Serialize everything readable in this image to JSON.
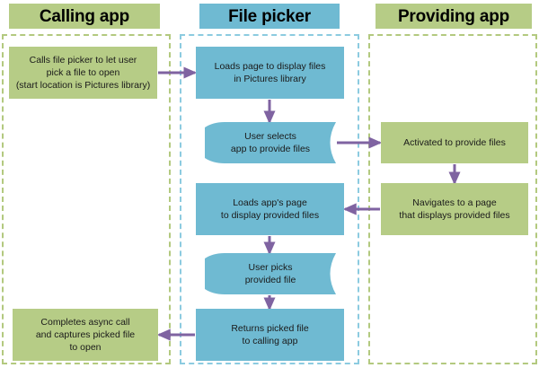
{
  "diagram": {
    "title": "File picker flow between calling app, file picker and providing app",
    "colors": {
      "green_fill": "#b6cc86",
      "blue_fill": "#6fbad2",
      "green_lane_border": "#b3c97f",
      "blue_lane_border": "#8ccbe0",
      "arrow": "#7f63a1",
      "text": "#1a1a1a"
    },
    "columns": [
      {
        "id": "calling",
        "header": "Calling app"
      },
      {
        "id": "picker",
        "header": "File picker"
      },
      {
        "id": "providing",
        "header": "Providing app"
      }
    ],
    "nodes": {
      "calls_file_picker": {
        "lines": [
          "Calls file picker  to let user",
          "pick a file to open",
          "(start location  is Pictures library)"
        ],
        "shape": "rectangle",
        "color": "green",
        "column": "calling"
      },
      "loads_page": {
        "lines": [
          "Loads page to display files",
          "in Pictures library"
        ],
        "shape": "rectangle",
        "color": "blue",
        "column": "picker"
      },
      "user_selects_app": {
        "lines": [
          "User selects",
          "app to provide files"
        ],
        "shape": "curved-flag",
        "color": "blue",
        "column": "picker"
      },
      "activated_to_provide": {
        "lines": [
          "Activated to provide files"
        ],
        "shape": "rectangle",
        "color": "green",
        "column": "providing"
      },
      "navigates_to_page": {
        "lines": [
          "Navigates to a page",
          "that displays provided files"
        ],
        "shape": "rectangle",
        "color": "green",
        "column": "providing"
      },
      "loads_app_page": {
        "lines": [
          "Loads app's page",
          "to display provided files"
        ],
        "shape": "rectangle",
        "color": "blue",
        "column": "picker"
      },
      "user_picks_file": {
        "lines": [
          "User picks",
          "provided file"
        ],
        "shape": "curved-flag",
        "color": "blue",
        "column": "picker"
      },
      "returns_picked_file": {
        "lines": [
          "Returns picked file",
          "to calling app"
        ],
        "shape": "rectangle",
        "color": "blue",
        "column": "picker"
      },
      "completes_async_call": {
        "lines": [
          "Completes async call",
          "and captures picked file",
          "to open"
        ],
        "shape": "rectangle",
        "color": "green",
        "column": "calling"
      }
    },
    "edges": [
      {
        "from": "calls_file_picker",
        "to": "loads_page",
        "direction": "right"
      },
      {
        "from": "loads_page",
        "to": "user_selects_app",
        "direction": "down"
      },
      {
        "from": "user_selects_app",
        "to": "activated_to_provide",
        "direction": "right"
      },
      {
        "from": "activated_to_provide",
        "to": "navigates_to_page",
        "direction": "down"
      },
      {
        "from": "navigates_to_page",
        "to": "loads_app_page",
        "direction": "left"
      },
      {
        "from": "loads_app_page",
        "to": "user_picks_file",
        "direction": "down"
      },
      {
        "from": "user_picks_file",
        "to": "returns_picked_file",
        "direction": "down"
      },
      {
        "from": "returns_picked_file",
        "to": "completes_async_call",
        "direction": "left"
      }
    ]
  }
}
